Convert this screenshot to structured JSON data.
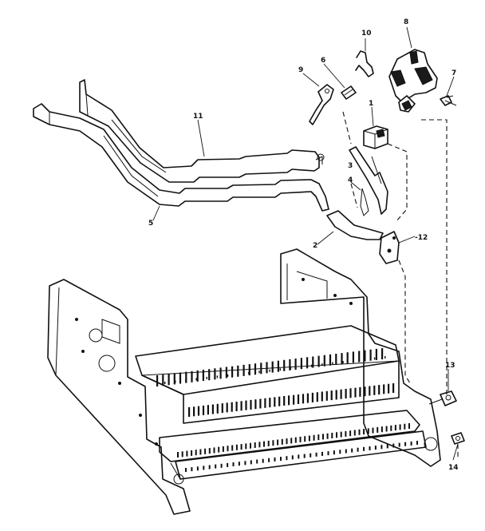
{
  "diagram": {
    "callouts": {
      "c1": "1",
      "c2": "2",
      "c3": "3",
      "c4": "4",
      "c5": "5",
      "c6": "6",
      "c7": "7",
      "c8": "8",
      "c9": "9",
      "c10": "10",
      "c11": "11",
      "c12": "-12",
      "c13": "13",
      "c14": "14"
    }
  }
}
